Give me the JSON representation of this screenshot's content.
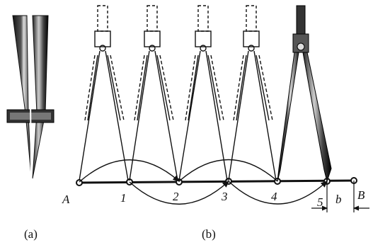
{
  "figure": {
    "points": {
      "A": "A",
      "p1": "1",
      "p2": "2",
      "p3": "3",
      "p4": "4",
      "p5": "5",
      "b": "b",
      "B": "B"
    },
    "captions": {
      "a": "(a)",
      "b": "(b)"
    }
  }
}
